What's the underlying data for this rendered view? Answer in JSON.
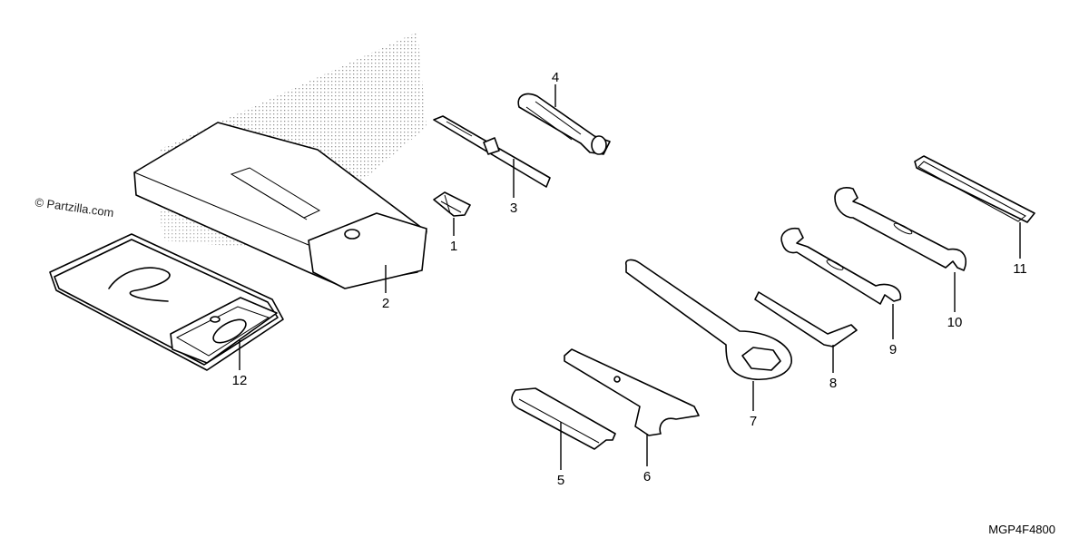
{
  "watermark": "© Partzilla.com",
  "diagram_code": "MGP4F4800",
  "callouts": [
    {
      "id": "c1",
      "label": "1"
    },
    {
      "id": "c2",
      "label": "2"
    },
    {
      "id": "c3",
      "label": "3"
    },
    {
      "id": "c4",
      "label": "4"
    },
    {
      "id": "c5",
      "label": "5"
    },
    {
      "id": "c6",
      "label": "6"
    },
    {
      "id": "c7",
      "label": "7"
    },
    {
      "id": "c8",
      "label": "8"
    },
    {
      "id": "c9",
      "label": "9"
    },
    {
      "id": "c10",
      "label": "10"
    },
    {
      "id": "c11",
      "label": "11"
    },
    {
      "id": "c12",
      "label": "12"
    }
  ],
  "colors": {
    "line": "#000000",
    "background": "#ffffff",
    "shading": "#9a9a9a"
  }
}
